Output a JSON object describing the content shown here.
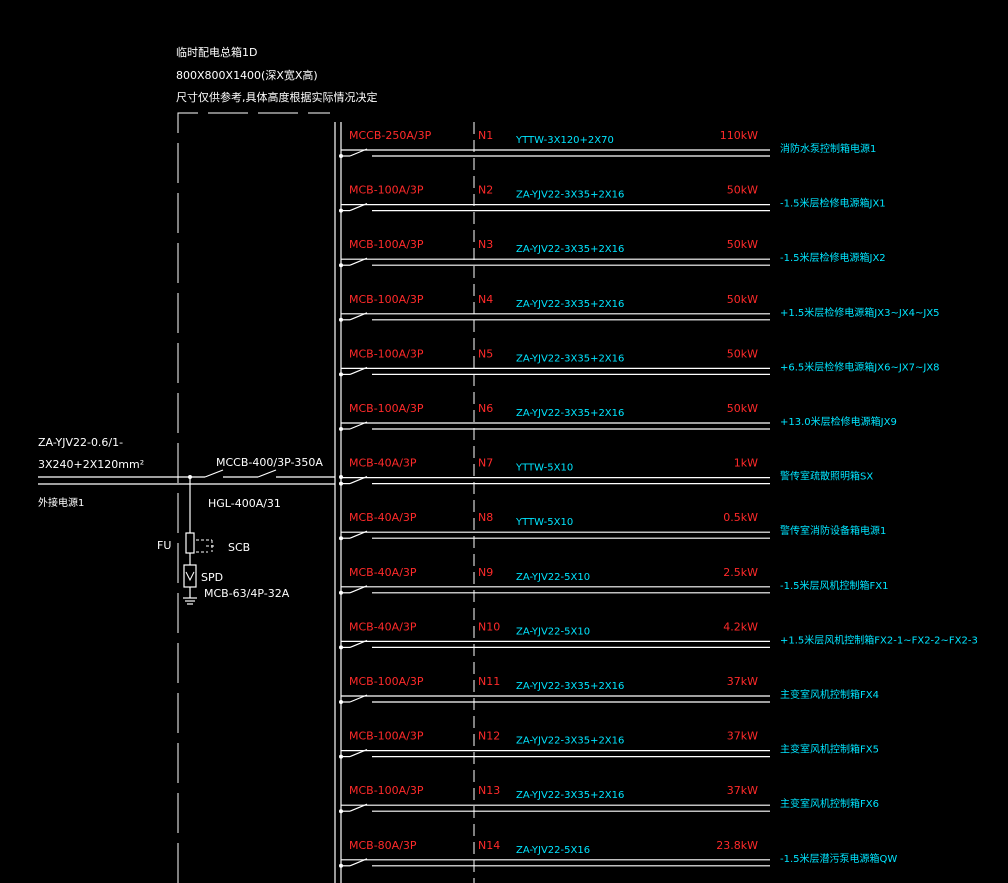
{
  "colors": {
    "background": "#000000",
    "wire": "#ffffff",
    "breaker_text": "#ff2a2a",
    "cable_text": "#00e5ff",
    "power_text": "#ff2a2a",
    "dest_text": "#00e5ff",
    "header_text": "#ffffff"
  },
  "header": {
    "line1": "临时配电总箱1D",
    "line2": "800X800X1400(深X宽X高)",
    "line3": "尺寸仅供参考,具体高度根据实际情况决定"
  },
  "incoming": {
    "cable_line1": "ZA-YJV22-0.6/1-",
    "cable_line2": "3X240+2X120mm²",
    "source": "外接电源1",
    "main_breaker": "MCCB-400/3P-350A",
    "isolator": "HGL-400A/31",
    "fu_label": "FU",
    "scb_label": "SCB",
    "spd_label": "SPD",
    "spd_breaker": "MCB-63/4P-32A"
  },
  "circuits": [
    {
      "breaker": "MCCB-250A/3P",
      "circuit": "N1",
      "cable": "YTTW-3X120+2X70",
      "power": "110kW",
      "dest": "消防水泵控制箱电源1"
    },
    {
      "breaker": "MCB-100A/3P",
      "circuit": "N2",
      "cable": "ZA-YJV22-3X35+2X16",
      "power": "50kW",
      "dest": "-1.5米层检修电源箱JX1"
    },
    {
      "breaker": "MCB-100A/3P",
      "circuit": "N3",
      "cable": "ZA-YJV22-3X35+2X16",
      "power": "50kW",
      "dest": "-1.5米层检修电源箱JX2"
    },
    {
      "breaker": "MCB-100A/3P",
      "circuit": "N4",
      "cable": "ZA-YJV22-3X35+2X16",
      "power": "50kW",
      "dest": "+1.5米层检修电源箱JX3~JX4~JX5"
    },
    {
      "breaker": "MCB-100A/3P",
      "circuit": "N5",
      "cable": "ZA-YJV22-3X35+2X16",
      "power": "50kW",
      "dest": "+6.5米层检修电源箱JX6~JX7~JX8"
    },
    {
      "breaker": "MCB-100A/3P",
      "circuit": "N6",
      "cable": "ZA-YJV22-3X35+2X16",
      "power": "50kW",
      "dest": "+13.0米层检修电源箱JX9"
    },
    {
      "breaker": "MCB-40A/3P",
      "circuit": "N7",
      "cable": "YTTW-5X10",
      "power": "1kW",
      "dest": "警传室疏散照明箱SX"
    },
    {
      "breaker": "MCB-40A/3P",
      "circuit": "N8",
      "cable": "YTTW-5X10",
      "power": "0.5kW",
      "dest": "警传室消防设备箱电源1"
    },
    {
      "breaker": "MCB-40A/3P",
      "circuit": "N9",
      "cable": "ZA-YJV22-5X10",
      "power": "2.5kW",
      "dest": "-1.5米层风机控制箱FX1"
    },
    {
      "breaker": "MCB-40A/3P",
      "circuit": "N10",
      "cable": "ZA-YJV22-5X10",
      "power": "4.2kW",
      "dest": "+1.5米层风机控制箱FX2-1~FX2-2~FX2-3"
    },
    {
      "breaker": "MCB-100A/3P",
      "circuit": "N11",
      "cable": "ZA-YJV22-3X35+2X16",
      "power": "37kW",
      "dest": "主变室风机控制箱FX4"
    },
    {
      "breaker": "MCB-100A/3P",
      "circuit": "N12",
      "cable": "ZA-YJV22-3X35+2X16",
      "power": "37kW",
      "dest": "主变室风机控制箱FX5"
    },
    {
      "breaker": "MCB-100A/3P",
      "circuit": "N13",
      "cable": "ZA-YJV22-3X35+2X16",
      "power": "37kW",
      "dest": "主变室风机控制箱FX6"
    },
    {
      "breaker": "MCB-80A/3P",
      "circuit": "N14",
      "cable": "ZA-YJV22-5X16",
      "power": "23.8kW",
      "dest": "-1.5米层潜污泵电源箱QW"
    }
  ]
}
